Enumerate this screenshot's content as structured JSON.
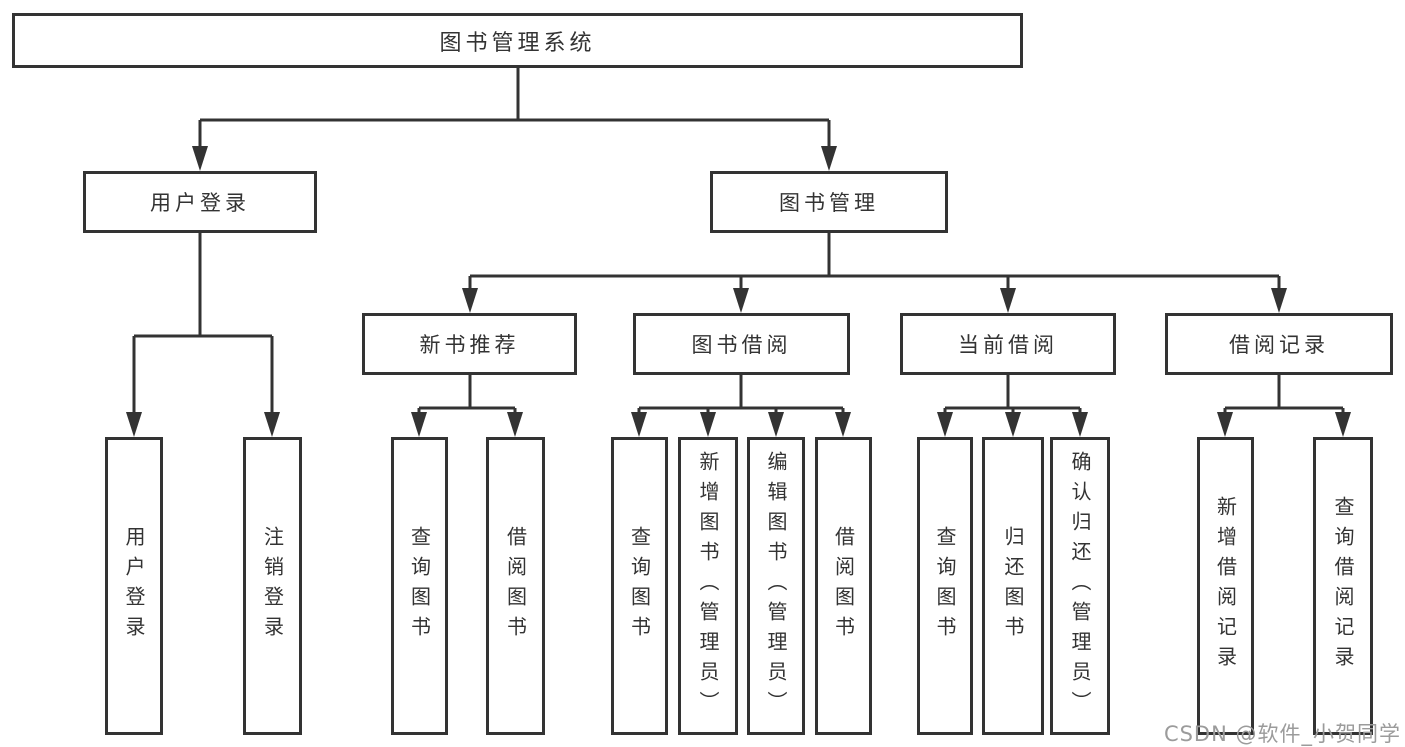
{
  "diagram": {
    "title": "图书管理系统",
    "colors": {
      "line": "#333333",
      "box_border": "#333333",
      "text": "#333333",
      "background": "#ffffff",
      "watermark": "#9b9b9b"
    },
    "nodes": {
      "root": {
        "label": "图书管理系统"
      },
      "user_login": {
        "label": "用户登录"
      },
      "book_management": {
        "label": "图书管理"
      },
      "new_book_recommend": {
        "label": "新书推荐"
      },
      "book_borrowing": {
        "label": "图书借阅"
      },
      "current_borrowing": {
        "label": "当前借阅"
      },
      "borrowing_records": {
        "label": "借阅记录"
      },
      "leaf_user_login": {
        "label": "用户登录"
      },
      "leaf_logout": {
        "label": "注销登录"
      },
      "leaf_query_books_1": {
        "label": "查询图书"
      },
      "leaf_borrow_books_1": {
        "label": "借阅图书"
      },
      "leaf_query_books_2": {
        "label": "查询图书"
      },
      "leaf_add_books_admin": {
        "label": "新增图书（管理员）"
      },
      "leaf_edit_books_admin": {
        "label": "编辑图书（管理员）"
      },
      "leaf_borrow_books_2": {
        "label": "借阅图书"
      },
      "leaf_query_books_3": {
        "label": "查询图书"
      },
      "leaf_return_books": {
        "label": "归还图书"
      },
      "leaf_confirm_return_admin": {
        "label": "确认归还（管理员）"
      },
      "leaf_add_borrow_record": {
        "label": "新增借阅记录"
      },
      "leaf_query_borrow_record": {
        "label": "查询借阅记录"
      }
    },
    "structure": {
      "图书管理系统": {
        "用户登录": [
          "用户登录",
          "注销登录"
        ],
        "图书管理": {
          "新书推荐": [
            "查询图书",
            "借阅图书"
          ],
          "图书借阅": [
            "查询图书",
            "新增图书（管理员）",
            "编辑图书（管理员）",
            "借阅图书"
          ],
          "当前借阅": [
            "查询图书",
            "归还图书",
            "确认归还（管理员）"
          ],
          "借阅记录": [
            "新增借阅记录",
            "查询借阅记录"
          ]
        }
      }
    }
  },
  "watermark": {
    "text": "CSDN @软件_小贺同学"
  }
}
